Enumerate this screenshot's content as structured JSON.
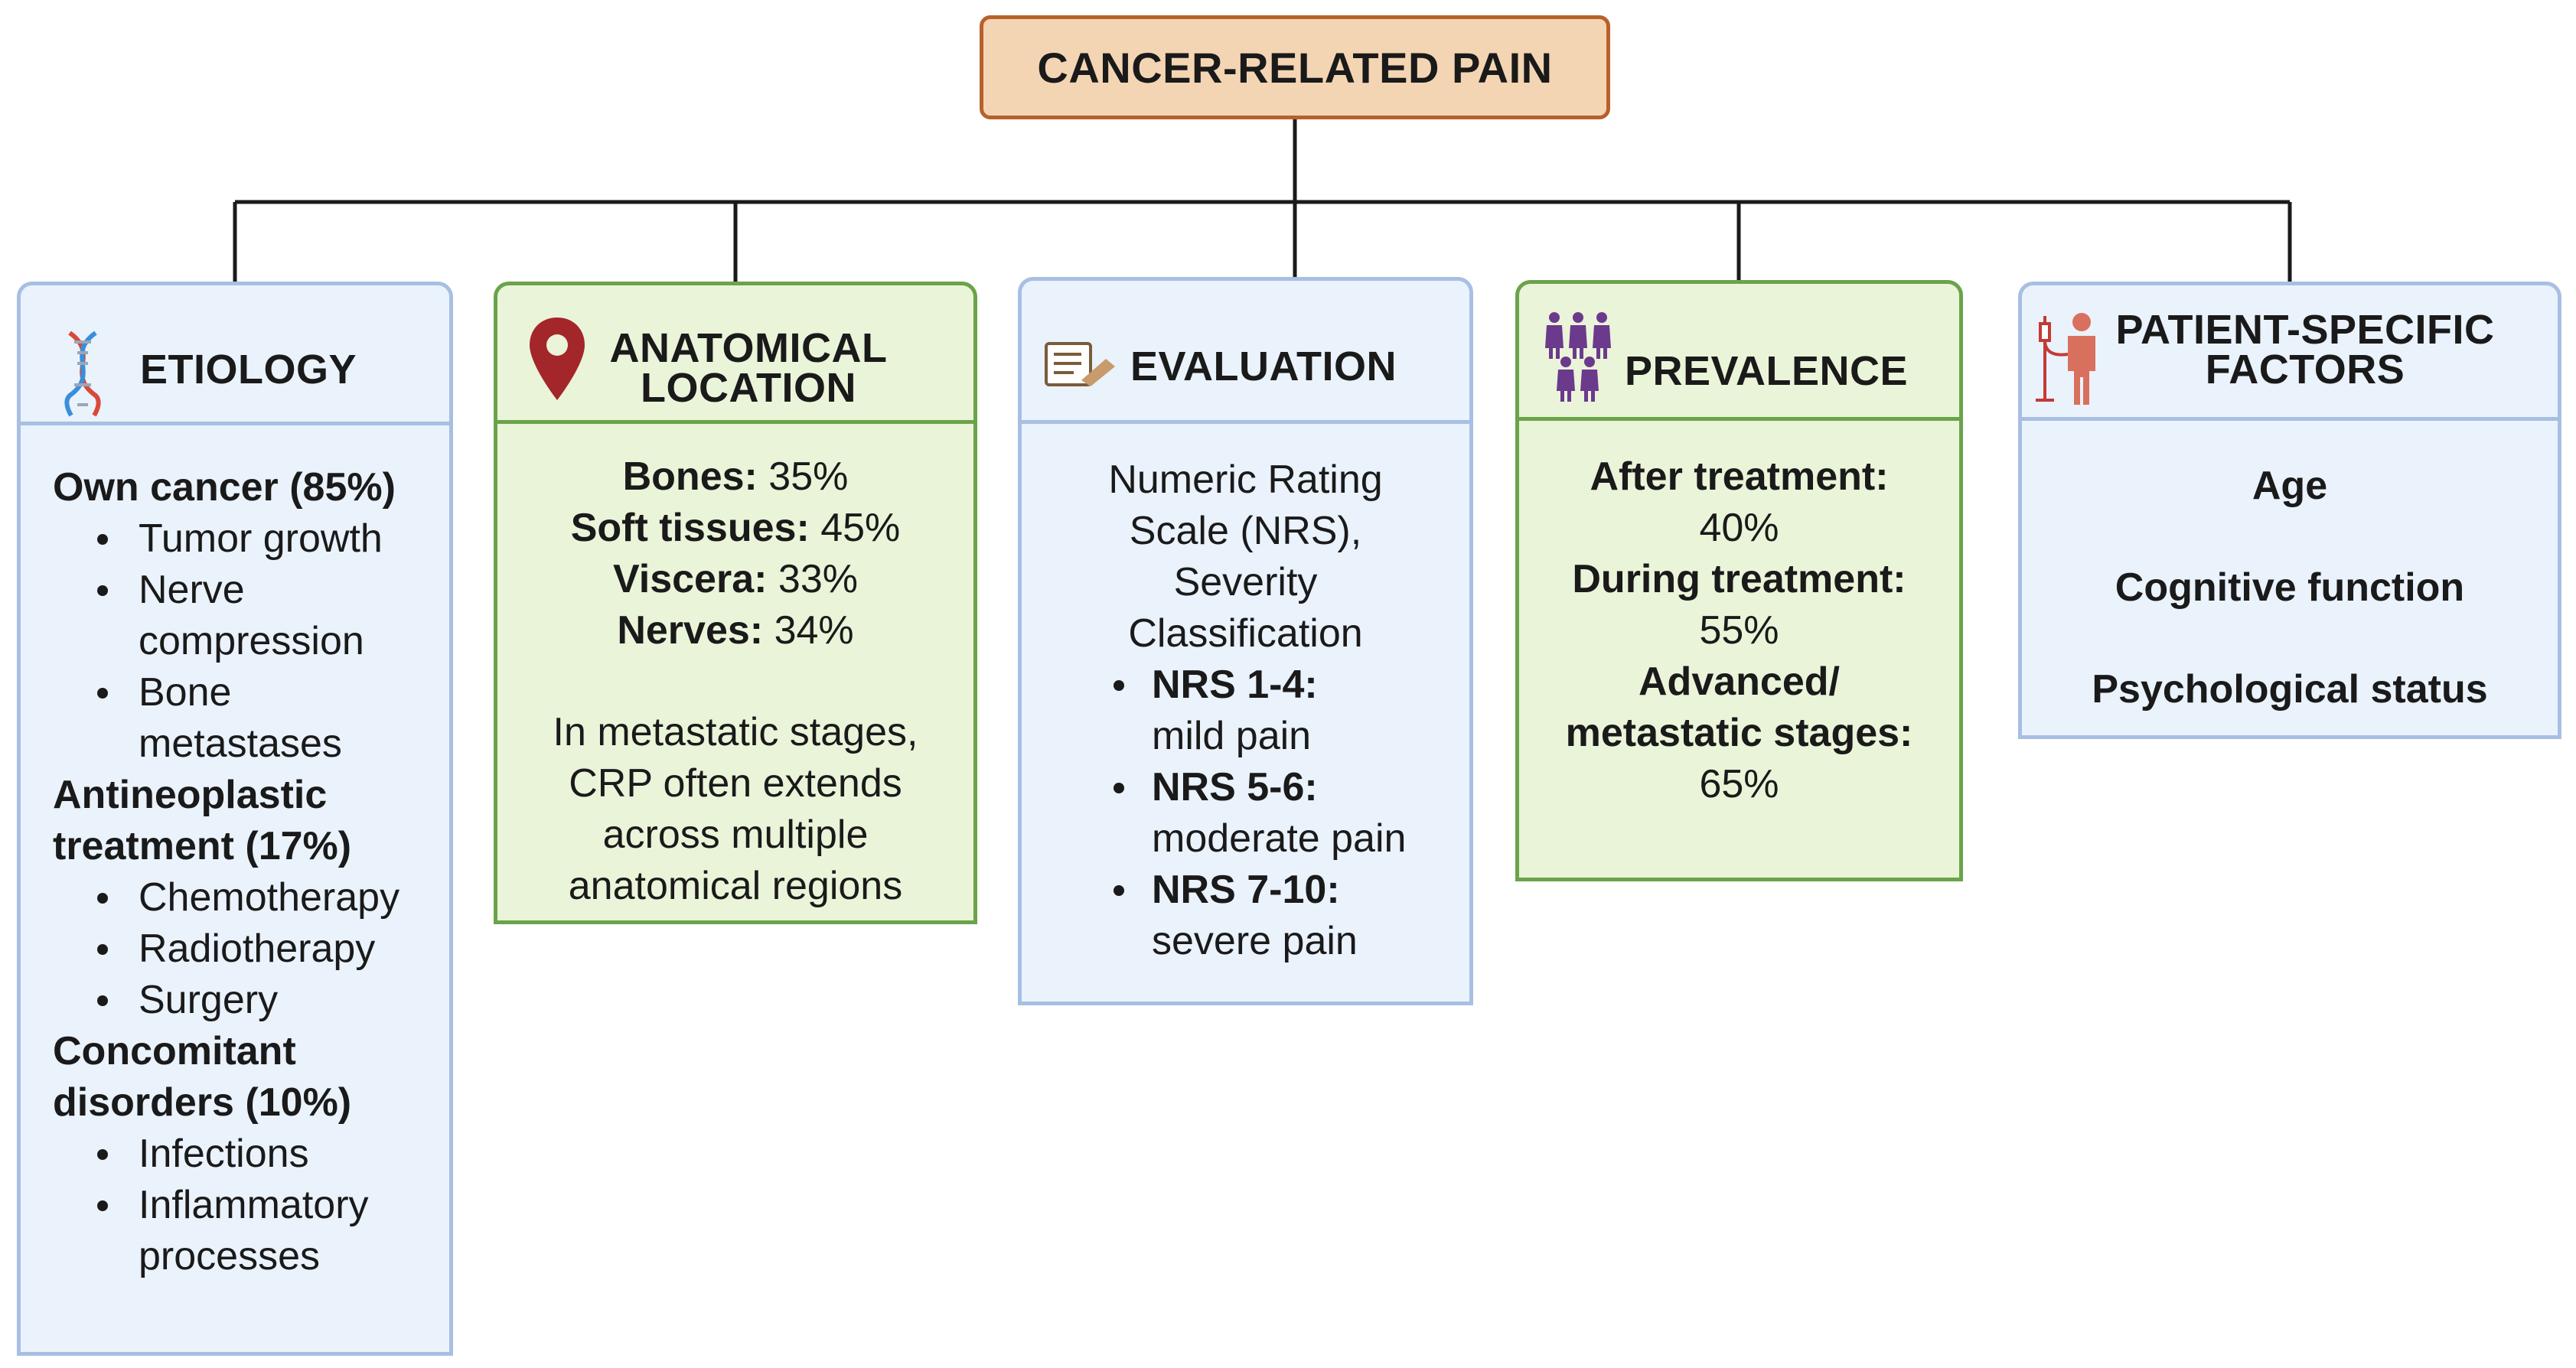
{
  "root": {
    "title": "CANCER-RELATED PAIN"
  },
  "etiology": {
    "title": "ETIOLOGY",
    "icon": "dna-icon",
    "groups": [
      {
        "heading": "Own cancer (85%)",
        "items": [
          "Tumor growth",
          "Nerve compression",
          "Bone metastases"
        ]
      },
      {
        "heading": "Antineoplastic treatment (17%)",
        "items": [
          "Chemotherapy",
          "Radiotherapy",
          "Surgery"
        ]
      },
      {
        "heading": "Concomitant disorders (10%)",
        "items": [
          "Infections",
          "Inflammatory processes"
        ]
      }
    ]
  },
  "anatomical": {
    "title": "ANATOMICAL LOCATION",
    "icon": "location-pin-icon",
    "rows": [
      {
        "label": "Bones:",
        "value": " 35%"
      },
      {
        "label": "Soft tissues:",
        "value": " 45%"
      },
      {
        "label": "Viscera:",
        "value": " 33%"
      },
      {
        "label": "Nerves:",
        "value": " 34%"
      }
    ],
    "note": "In metastatic stages, CRP often extends across multiple anatomical regions"
  },
  "evaluation": {
    "title": "EVALUATION",
    "icon": "clipboard-pen-icon",
    "intro": "Numeric Rating Scale (NRS), Severity Classification",
    "items": [
      {
        "label": "NRS 1-4:",
        "desc": "mild pain"
      },
      {
        "label": "NRS 5-6:",
        "desc": "moderate pain"
      },
      {
        "label": "NRS 7-10:",
        "desc": "severe pain"
      }
    ]
  },
  "prevalence": {
    "title": "PREVALENCE",
    "icon": "people-group-icon",
    "rows": [
      {
        "label": "After treatment:",
        "value": "40%"
      },
      {
        "label": "During treatment:",
        "value": "55%"
      },
      {
        "label": "Advanced/ metastatic stages:",
        "value": "65%"
      }
    ]
  },
  "patient": {
    "title": "PATIENT-SPECIFIC FACTORS",
    "icon": "patient-iv-icon",
    "factors": [
      "Age",
      "Cognitive function",
      "Psychological status"
    ]
  },
  "colors": {
    "root_fill": "#f4d5b3",
    "root_border": "#b8602c",
    "blue_fill": "#eaf2fc",
    "blue_border": "#a7bfe3",
    "green_fill": "#eaf4d9",
    "green_border": "#6aa34a"
  }
}
